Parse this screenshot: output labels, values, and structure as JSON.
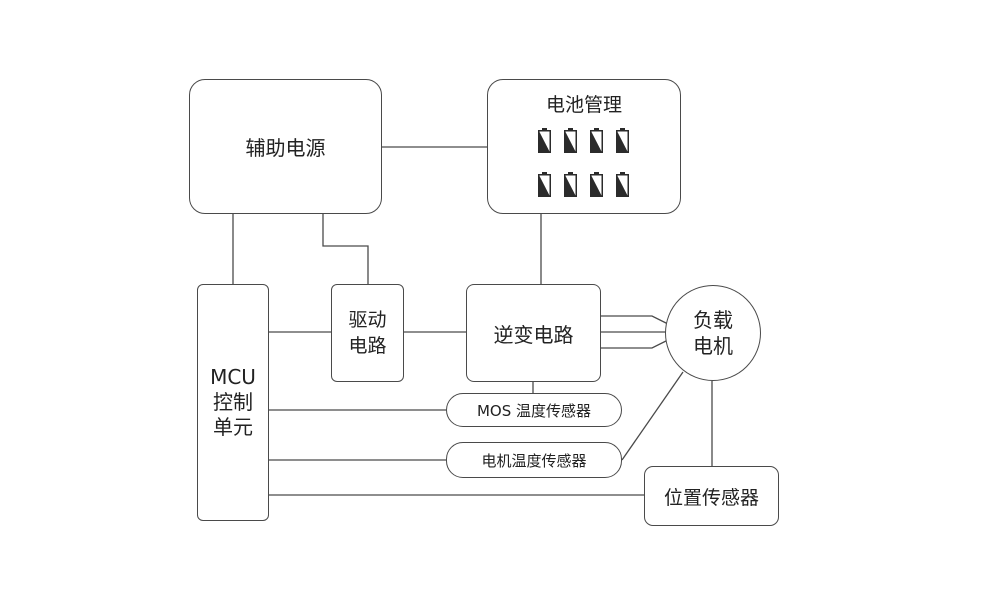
{
  "diagram": {
    "nodes": {
      "aux_power": {
        "label": "辅助电源"
      },
      "battery_mgmt": {
        "label": "电池管理"
      },
      "mcu": {
        "line1": "MCU",
        "line2": "控制",
        "line3": "单元"
      },
      "driver": {
        "line1": "驱动",
        "line2": "电路"
      },
      "inverter": {
        "label": "逆变电路"
      },
      "motor": {
        "line1": "负载",
        "line2": "电机"
      },
      "mos_sensor": {
        "label": "MOS 温度传感器"
      },
      "motor_temp_sensor": {
        "label": "电机温度传感器"
      },
      "position_sensor": {
        "label": "位置传感器"
      }
    },
    "battery_icon_count": 8,
    "colors": {
      "line": "#4a4a4a",
      "battery": "#2b2b2b",
      "text": "#222222"
    }
  }
}
